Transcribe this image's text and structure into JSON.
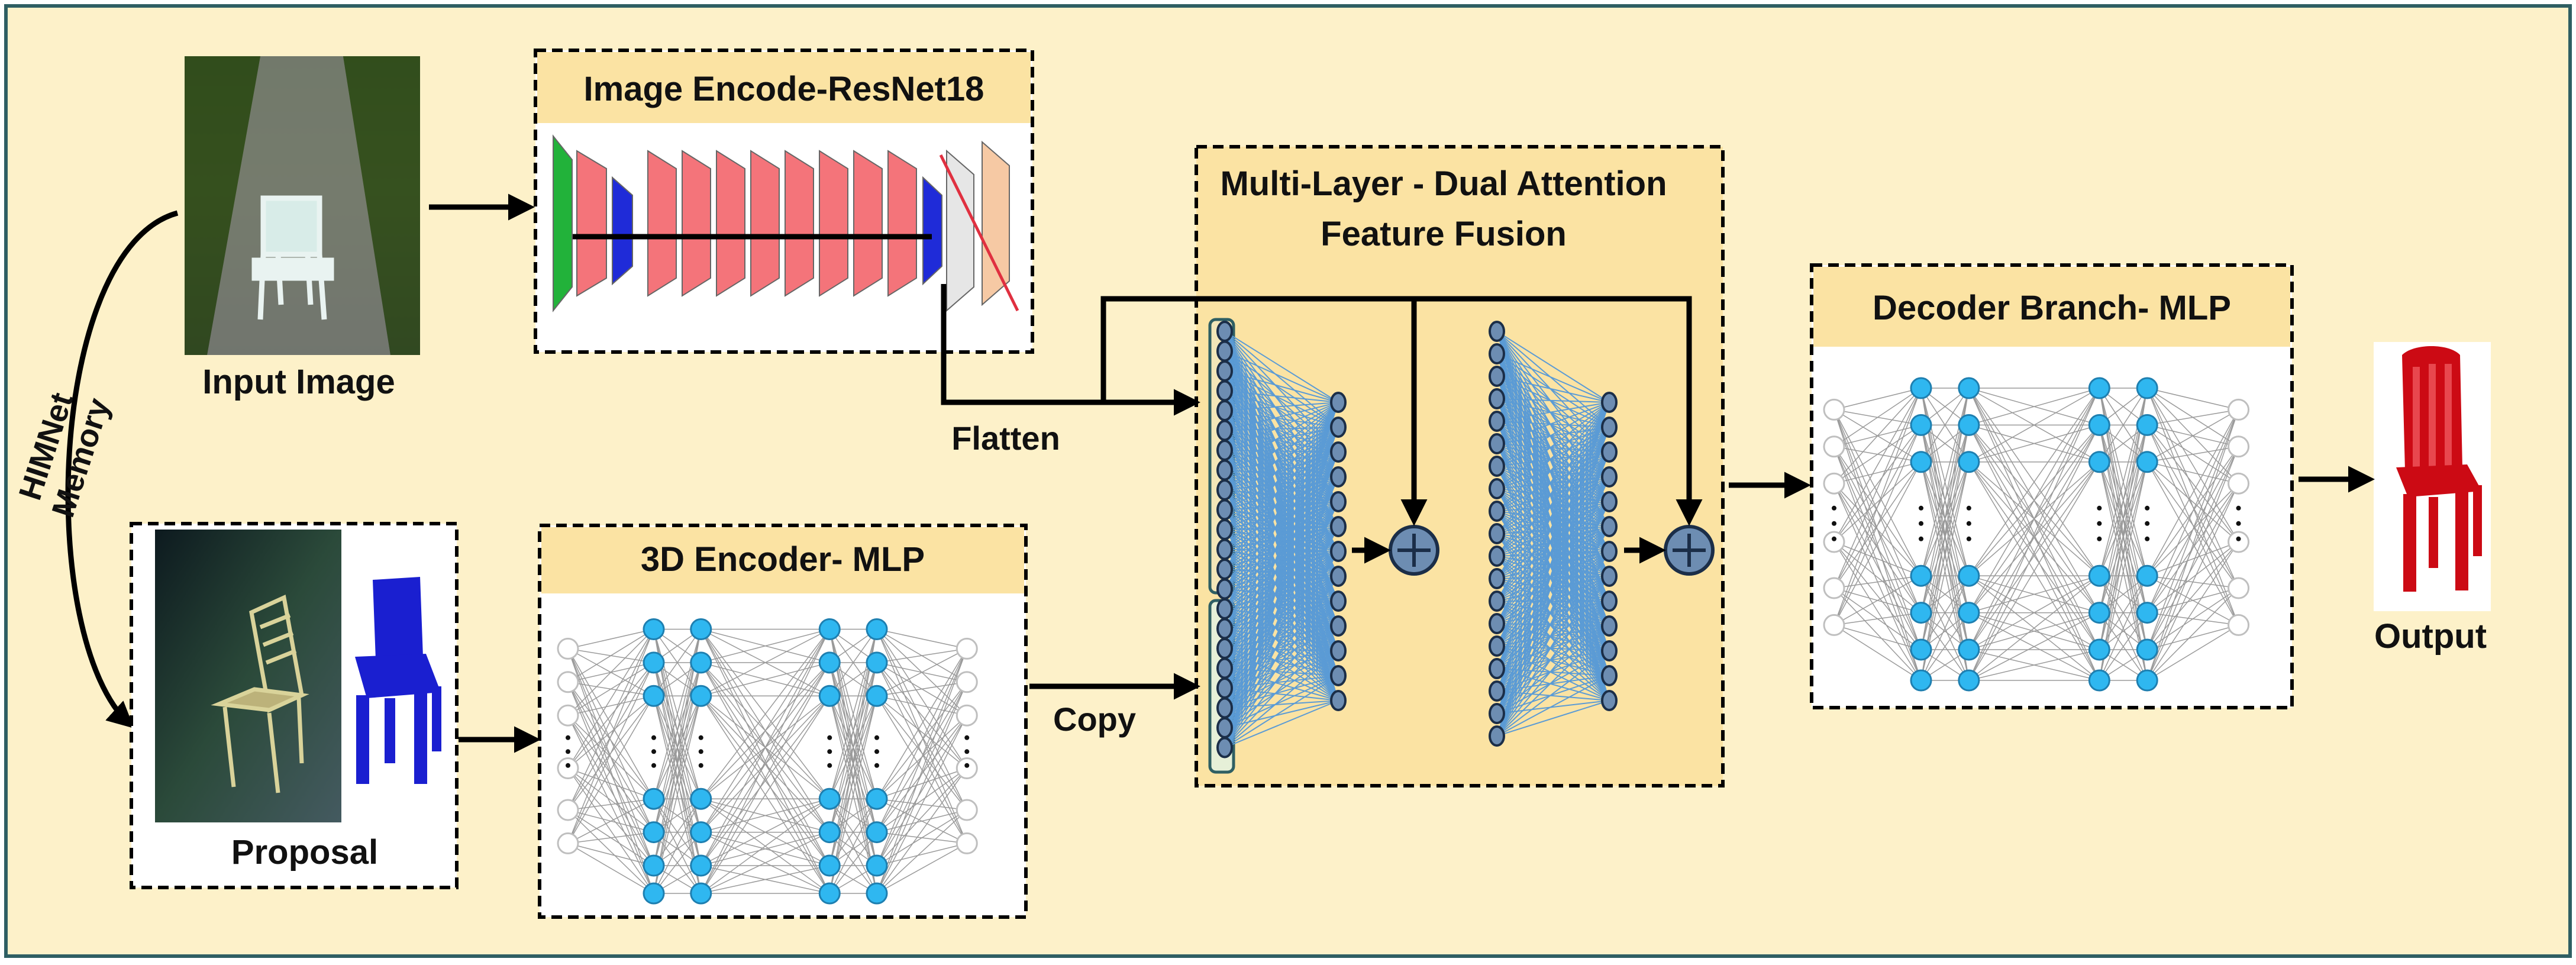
{
  "blocks": {
    "image_encoder": "Image Encode-ResNet18",
    "fusion_line1": "Multi-Layer - Dual Attention",
    "fusion_line2": "Feature Fusion",
    "decoder": "Decoder Branch- MLP",
    "encoder3d": "3D Encoder- MLP"
  },
  "labels": {
    "input_image": "Input Image",
    "proposal": "Proposal",
    "output": "Output",
    "flatten": "Flatten",
    "copy": "Copy",
    "memory_line1": "HIMNet",
    "memory_line2": "Memory"
  },
  "colors": {
    "background": "#fdf1c9",
    "border": "#2f5f63",
    "header": "#fbe3a3",
    "fusion_fill": "#fbe3a3",
    "node_blue": "#2fb7f0",
    "fusion_node": "#6d8db2",
    "link_blue": "#5b9bd5",
    "layer_red": "#f4747a",
    "layer_green": "#22b23a",
    "layer_blue": "#1f2bd8",
    "chair_red": "#cc0a14",
    "chair_blue": "#1a1fd0"
  }
}
